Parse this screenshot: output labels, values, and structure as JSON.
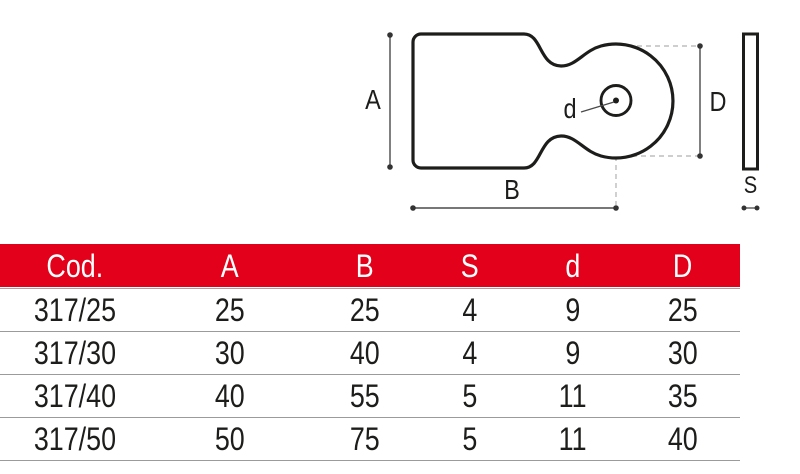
{
  "drawing": {
    "labels": {
      "A": "A",
      "B": "B",
      "D": "D",
      "d": "d",
      "S": "S"
    },
    "description": "dimensioned front view of flat tab with round lobe and hole, plus side thickness view"
  },
  "table": {
    "headers": [
      "Cod.",
      "A",
      "B",
      "S",
      "d",
      "D"
    ],
    "rows": [
      {
        "cod": "317/25",
        "A": "25",
        "B": "25",
        "S": "4",
        "d": "9",
        "D": "25"
      },
      {
        "cod": "317/30",
        "A": "30",
        "B": "40",
        "S": "4",
        "d": "9",
        "D": "30"
      },
      {
        "cod": "317/40",
        "A": "40",
        "B": "55",
        "S": "5",
        "d": "11",
        "D": "35"
      },
      {
        "cod": "317/50",
        "A": "50",
        "B": "75",
        "S": "5",
        "d": "11",
        "D": "40"
      }
    ]
  },
  "colors": {
    "header_red": "#e2001a",
    "header_text": "#ffffff",
    "body_text": "#1d1d1b",
    "outline": "#1d1d1b",
    "dimension_line": "#4a4a4a",
    "dashed_line": "#bdbdbd",
    "row_separator": "#9b9b9b",
    "background": "#ffffff"
  }
}
